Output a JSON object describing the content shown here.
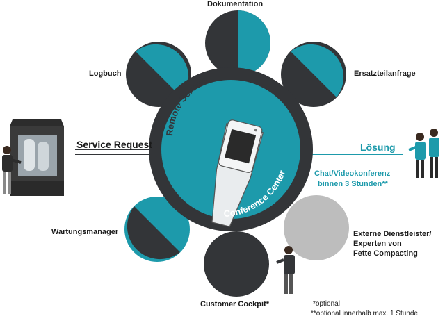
{
  "colors": {
    "teal": "#1d9aab",
    "dark": "#333538",
    "grey": "#bdbdbd",
    "text": "#1a1a1a"
  },
  "center": {
    "arc_top": "Remote Service",
    "arc_bottom": "Conference Center"
  },
  "nodes": [
    {
      "label": "Dokumentation",
      "fill": "split"
    },
    {
      "label": "Ersatzteilanfrage",
      "fill": "split"
    },
    {
      "label": "Logbuch",
      "fill": "split"
    },
    {
      "label": "Wartungsmanager",
      "fill": "split"
    },
    {
      "label": "Customer Cockpit*",
      "fill": "dark"
    },
    {
      "label": "Externe Dienstleister/\nExperten von\nFette Compacting",
      "fill": "grey"
    }
  ],
  "left_link": {
    "label": "Service Request"
  },
  "right_link": {
    "label": "Lösung",
    "note_line1": "Chat/Videokonferenz",
    "note_line2": "binnen 3 Stunden**"
  },
  "footnotes": {
    "line1": "*optional",
    "line2": "**optional innerhalb max. 1 Stunde"
  }
}
